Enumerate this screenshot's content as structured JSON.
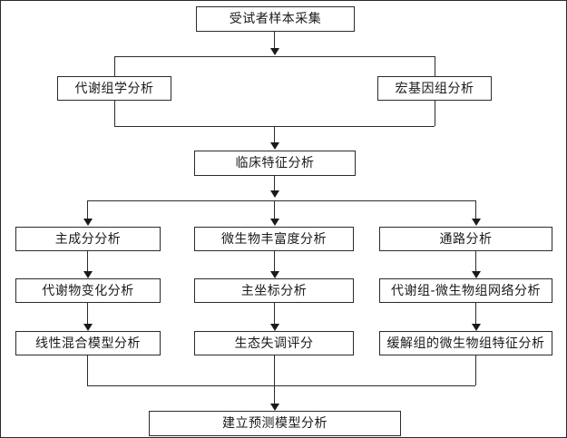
{
  "diagram": {
    "type": "flowchart",
    "orientation": "top-to-bottom",
    "language": "zh-CN",
    "colors": {
      "stroke": "#2b2b2b",
      "background": "#ffffff",
      "text": "#1a1a1a"
    },
    "nodes": [
      {
        "id": "n1",
        "label": "受试者样本采集"
      },
      {
        "id": "n2",
        "label": "代谢组学分析"
      },
      {
        "id": "n3",
        "label": "宏基因组分析"
      },
      {
        "id": "n4",
        "label": "临床特征分析"
      },
      {
        "id": "n5",
        "label": "主成分分析"
      },
      {
        "id": "n6",
        "label": "微生物丰富度分析"
      },
      {
        "id": "n7",
        "label": "通路分析"
      },
      {
        "id": "n8",
        "label": "代谢物变化分析"
      },
      {
        "id": "n9",
        "label": "主坐标分析"
      },
      {
        "id": "n10",
        "label": "代谢组-微生物组网络分析"
      },
      {
        "id": "n11",
        "label": "线性混合模型分析"
      },
      {
        "id": "n12",
        "label": "生态失调评分"
      },
      {
        "id": "n13",
        "label": "缓解组的微生物组特征分析"
      },
      {
        "id": "n14",
        "label": "建立预测模型分析"
      }
    ],
    "edges": [
      {
        "from": "n1",
        "to": "n2",
        "style": "split"
      },
      {
        "from": "n1",
        "to": "n3",
        "style": "split"
      },
      {
        "from": "n2",
        "to": "n4",
        "style": "merge"
      },
      {
        "from": "n3",
        "to": "n4",
        "style": "merge"
      },
      {
        "from": "n4",
        "to": "n5",
        "style": "split"
      },
      {
        "from": "n4",
        "to": "n6",
        "style": "split"
      },
      {
        "from": "n4",
        "to": "n7",
        "style": "split"
      },
      {
        "from": "n5",
        "to": "n8",
        "style": "direct"
      },
      {
        "from": "n6",
        "to": "n9",
        "style": "direct"
      },
      {
        "from": "n7",
        "to": "n10",
        "style": "direct"
      },
      {
        "from": "n8",
        "to": "n11",
        "style": "direct"
      },
      {
        "from": "n9",
        "to": "n12",
        "style": "direct"
      },
      {
        "from": "n10",
        "to": "n13",
        "style": "direct"
      },
      {
        "from": "n11",
        "to": "n14",
        "style": "merge"
      },
      {
        "from": "n12",
        "to": "n14",
        "style": "merge"
      },
      {
        "from": "n13",
        "to": "n14",
        "style": "merge"
      }
    ]
  }
}
